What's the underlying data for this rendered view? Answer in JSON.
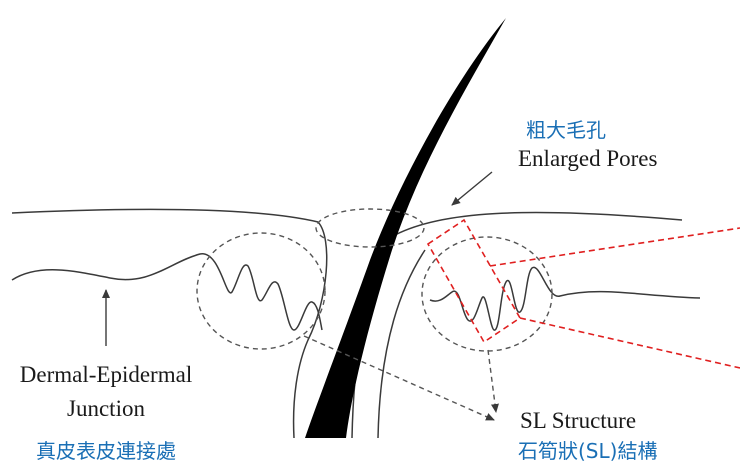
{
  "labels": {
    "pores_zh": "粗大毛孔",
    "pores_en": "Enlarged Pores",
    "dej_en_line1": "Dermal-Epidermal",
    "dej_en_line2": "Junction",
    "dej_zh": "真皮表皮連接處",
    "sl_en": "SL Structure",
    "sl_zh": "石筍狀(SL)結構"
  },
  "colors": {
    "line": "#3a3a3a",
    "hair": "#000000",
    "dashed_ellipse": "#555555",
    "highlight_red": "#e02020",
    "chinese_label": "#1a6fb5"
  }
}
